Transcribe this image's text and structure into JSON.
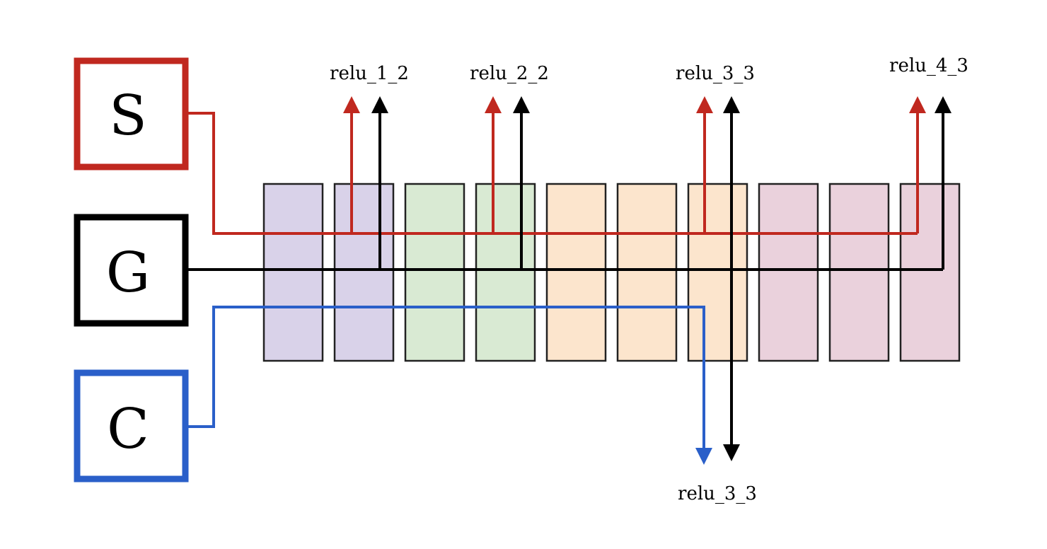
{
  "boxes": [
    {
      "id": "style",
      "letter": "S",
      "color": "#c0281f"
    },
    {
      "id": "generated",
      "letter": "G",
      "color": "#000000"
    },
    {
      "id": "content",
      "letter": "C",
      "color": "#2a5fc9"
    }
  ],
  "layer_fills": [
    "#d9d2e9",
    "#d9d2e9",
    "#d9ead3",
    "#d9ead3",
    "#fce5cd",
    "#fce5cd",
    "#fce5cd",
    "#ead1dc",
    "#ead1dc",
    "#ead1dc"
  ],
  "top_labels": [
    "relu_1_2",
    "relu_2_2",
    "relu_3_3",
    "relu_4_3"
  ],
  "bottom_label": "relu_3_3",
  "line_colors": {
    "style": "#c0281f",
    "generated": "#000000",
    "content": "#2a5fc9"
  }
}
